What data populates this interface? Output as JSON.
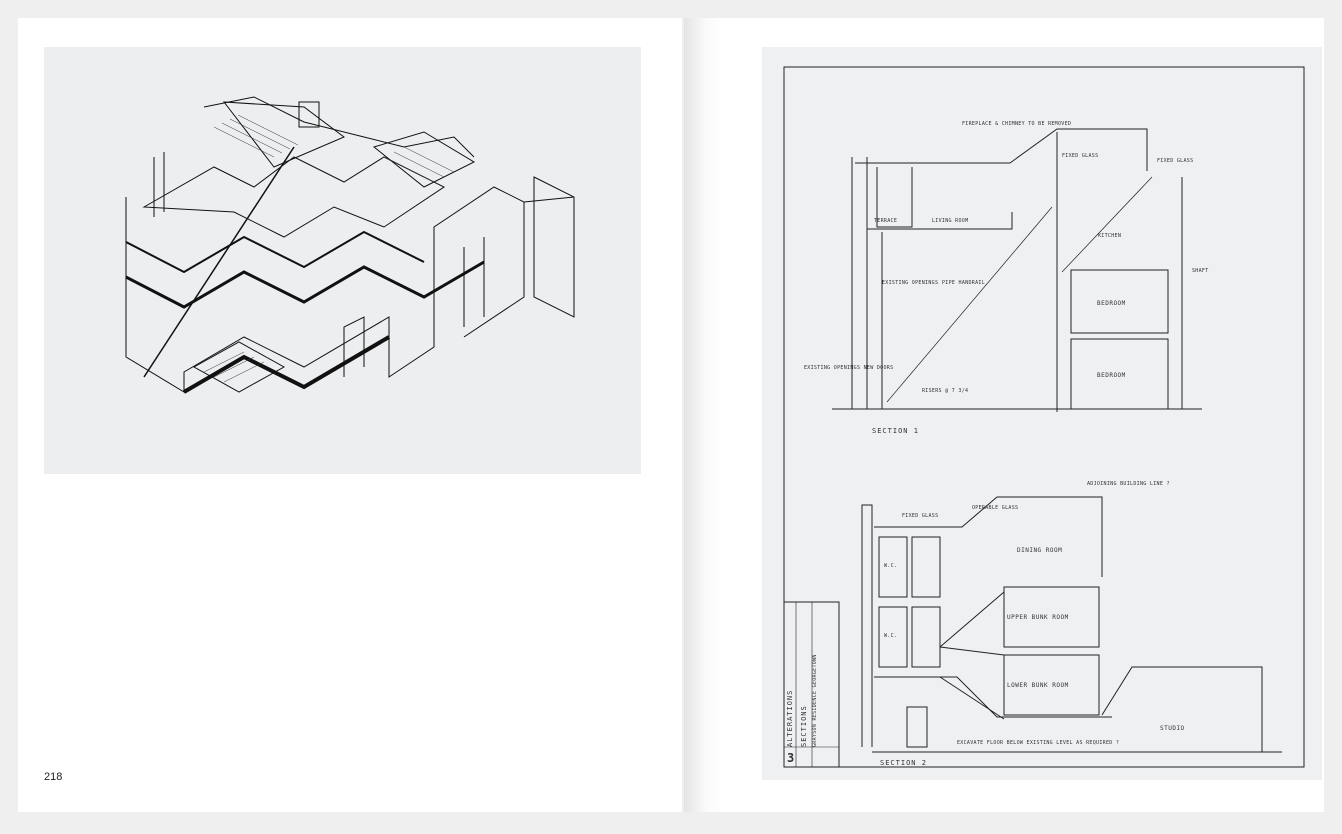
{
  "left_page": {
    "page_number": "218",
    "figure": "axonometric-cutaway-drawing"
  },
  "right_page": {
    "section_1": {
      "title": "SECTION 1",
      "labels": {
        "fireplace": "FIREPLACE & CHIMNEY TO BE REMOVED",
        "fixed_glass": "FIXED GLASS",
        "fixed_glass_2": "FIXED GLASS",
        "living_room": "LIVING ROOM",
        "terrace": "TERRACE",
        "kitchen": "KITCHEN",
        "bedroom_upper": "BEDROOM",
        "bedroom_lower": "BEDROOM",
        "shaft": "SHAFT",
        "existing_openings": "EXISTING OPENINGS",
        "existing_doors": "EXISTING OPENINGS NEW DOORS",
        "pipe_handrail": "PIPE HANDRAIL",
        "risers": "RISERS @ 7 3/4"
      }
    },
    "section_2": {
      "title": "SECTION 2",
      "labels": {
        "dining_room": "DINING ROOM",
        "upper_bunk_room": "UPPER BUNK ROOM",
        "lower_bunk_room": "LOWER BUNK ROOM",
        "studio": "STUDIO",
        "wc_1": "W.C.",
        "wc_2": "W.C.",
        "fixed_glass": "FIXED GLASS",
        "operable_glass": "OPERABLE GLASS",
        "adjoining_building": "ADJOINING BUILDING LINE ?",
        "excavate": "EXCAVATE FLOOR BELOW EXISTING LEVEL AS REQUIRED ?"
      }
    },
    "title_block": {
      "title": "SECTIONS",
      "project": "ALTERATIONS",
      "client": "GRAYSON RESIDENCE GEORGETOWN",
      "sheet_number": "3"
    }
  }
}
